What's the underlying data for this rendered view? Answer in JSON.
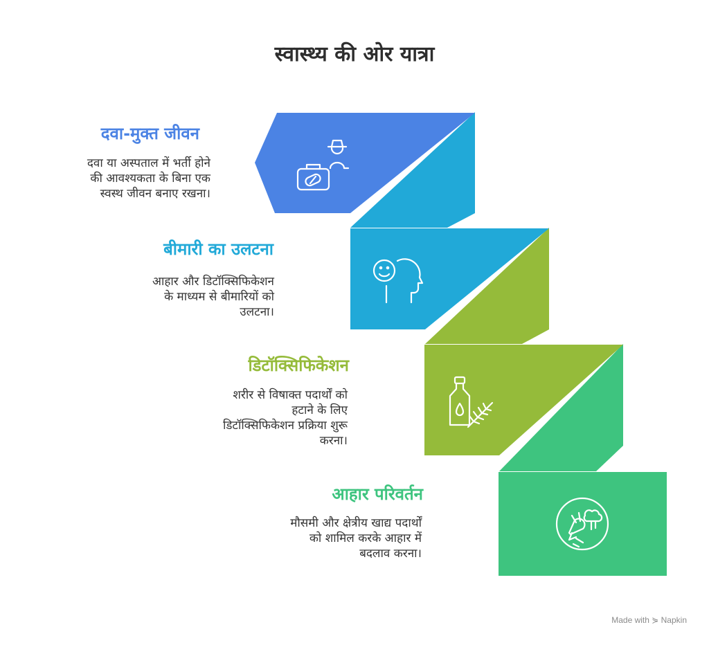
{
  "title": "स्वास्थ्य की ओर यात्रा",
  "colors": {
    "blue": "#4b83e4",
    "cyan": "#21a9d8",
    "lime": "#95bb3a",
    "green": "#3ec47f"
  },
  "steps": [
    {
      "title": "दवा-मुक्त जीवन",
      "lines": [
        "दवा या अस्पताल में भर्ती होने",
        "की आवश्यकता के बिना एक",
        "स्वस्थ जीवन बनाए रखना।"
      ],
      "icon": "medicine-bag-person-icon",
      "color": "#4b83e4"
    },
    {
      "title": "बीमारी का उलटना",
      "lines": [
        "आहार और डिटॉक्सिफिकेशन",
        "के माध्यम से बीमारियों को",
        "उलटना।"
      ],
      "icon": "head-smile-icon",
      "color": "#21a9d8"
    },
    {
      "title": "डिटॉक्सिफिकेशन",
      "lines": [
        "शरीर से विषाक्त पदार्थों को",
        "हटाने के लिए",
        "डिटॉक्सिफिकेशन प्रक्रिया शुरू",
        "करना।"
      ],
      "icon": "oil-bottle-herb-icon",
      "color": "#95bb3a"
    },
    {
      "title": "आहार परिवर्तन",
      "lines": [
        "मौसमी और क्षेत्रीय खाद्य पदार्थों",
        "को शामिल करके आहार में",
        "बदलाव करना।"
      ],
      "icon": "carrot-broccoli-icon",
      "color": "#3ec47f"
    }
  ],
  "credit": "Made with ⋟ Napkin"
}
